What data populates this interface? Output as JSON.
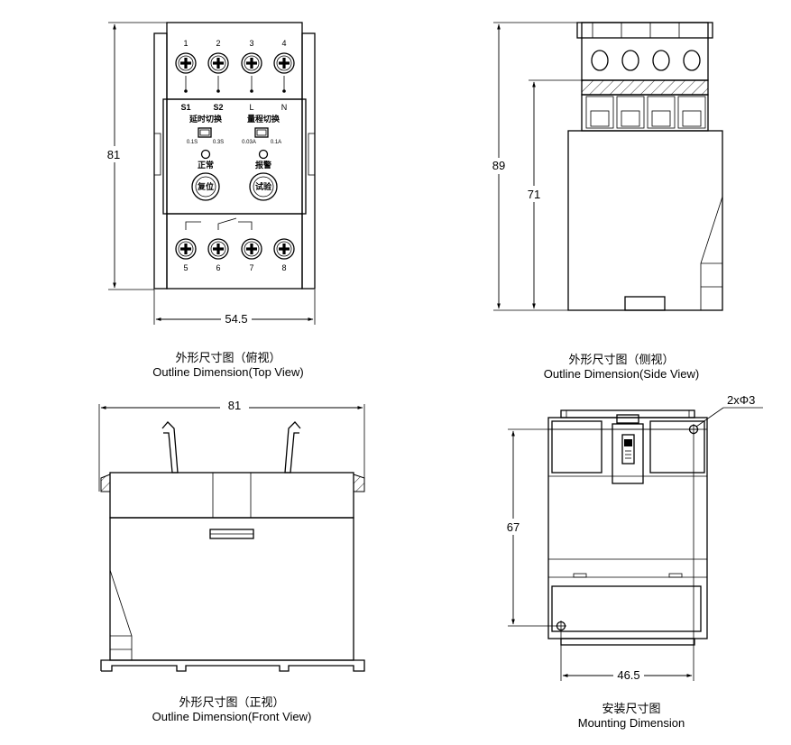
{
  "top_view": {
    "caption_cn": "外形尺寸图（俯视）",
    "caption_en": "Outline Dimension(Top View)",
    "dim_height": "81",
    "dim_width": "54.5",
    "terminals_top": [
      "1",
      "2",
      "3",
      "4"
    ],
    "terminals_bottom": [
      "5",
      "6",
      "7",
      "8"
    ],
    "labels": {
      "s1": "S1",
      "s2": "S2",
      "l": "L",
      "n": "N"
    },
    "switch_delay_label": "延时切换",
    "switch_range_label": "量程切换",
    "delay_options": [
      "0.1S",
      "0.3S"
    ],
    "range_options": [
      "0.03A",
      "0.1A"
    ],
    "indicator_normal": "正常",
    "indicator_alarm": "报警",
    "reset_button": "复位",
    "test_button": "试验"
  },
  "side_view": {
    "caption_cn": "外形尺寸图（侧视）",
    "caption_en": "Outline Dimension(Side View)",
    "dim_total": "89",
    "dim_body": "71"
  },
  "front_view": {
    "caption_cn": "外形尺寸图（正视）",
    "caption_en": "Outline Dimension(Front View)",
    "dim_width": "81"
  },
  "mounting": {
    "caption_cn": "安装尺寸图",
    "caption_en": "Mounting Dimension",
    "dim_height": "67",
    "dim_width": "46.5",
    "hole_label": "2xΦ3"
  }
}
